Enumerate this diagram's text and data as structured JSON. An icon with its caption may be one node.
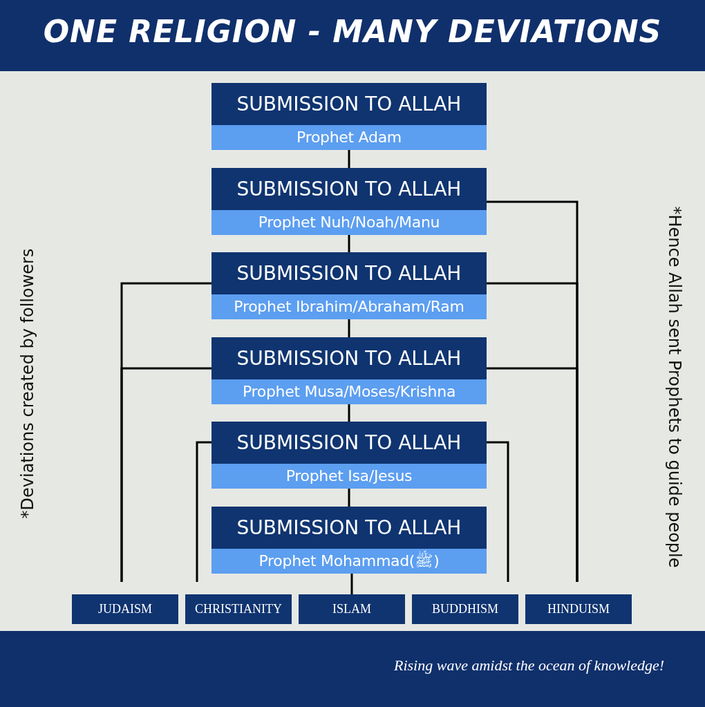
{
  "diagram": {
    "title": "ONE RELIGION - MANY DEVIATIONS",
    "nodes": [
      {
        "text": [
          "SUBMISSION TO ALLAH",
          "Prophet Adam"
        ]
      },
      {
        "text": [
          "SUBMISSION TO ALLAH",
          "Prophet Nuh/Noah/Manu"
        ]
      },
      {
        "text": [
          "SUBMISSION TO ALLAH",
          "Prophet Ibrahim/Abraham/Ram"
        ]
      },
      {
        "text": [
          "SUBMISSION TO ALLAH",
          "Prophet Musa/Moses/Krishna"
        ]
      },
      {
        "text": [
          "SUBMISSION TO ALLAH",
          "Prophet Isa/Jesus"
        ]
      },
      {
        "text": [
          "SUBMISSION TO ALLAH",
          "Prophet Mohammad(ﷺ)"
        ]
      },
      {
        "text": [
          "JUDAISM"
        ]
      },
      {
        "text": [
          "CHRISTIANITY"
        ]
      },
      {
        "text": [
          "ISLAM"
        ]
      },
      {
        "text": [
          "BUDDHISM"
        ]
      },
      {
        "text": [
          "HINDUISM"
        ]
      }
    ],
    "edges": [
      {
        "from": 0,
        "to": 1,
        "arrow": "none"
      },
      {
        "from": 1,
        "to": 2,
        "arrow": "none"
      },
      {
        "from": 2,
        "to": 3,
        "arrow": "none"
      },
      {
        "from": 3,
        "to": 4,
        "arrow": "none"
      },
      {
        "from": 4,
        "to": 5,
        "arrow": "none"
      },
      {
        "from": 5,
        "to": 8,
        "arrow": "none"
      },
      {
        "from": 2,
        "to": 6,
        "arrow": "none"
      },
      {
        "from": 3,
        "to": 6,
        "arrow": "none"
      },
      {
        "from": 4,
        "to": 7,
        "arrow": "none"
      },
      {
        "from": 4,
        "to": 9,
        "arrow": "none"
      },
      {
        "from": 1,
        "to": 10,
        "arrow": "none"
      },
      {
        "from": 2,
        "to": 10,
        "arrow": "none"
      },
      {
        "from": 3,
        "to": 10,
        "arrow": "none"
      }
    ],
    "labels": [
      "*Deviations created by followers",
      "*Hence Allah sent Prophets to guide people",
      "Rising wave amidst the ocean of knowledge!"
    ]
  }
}
